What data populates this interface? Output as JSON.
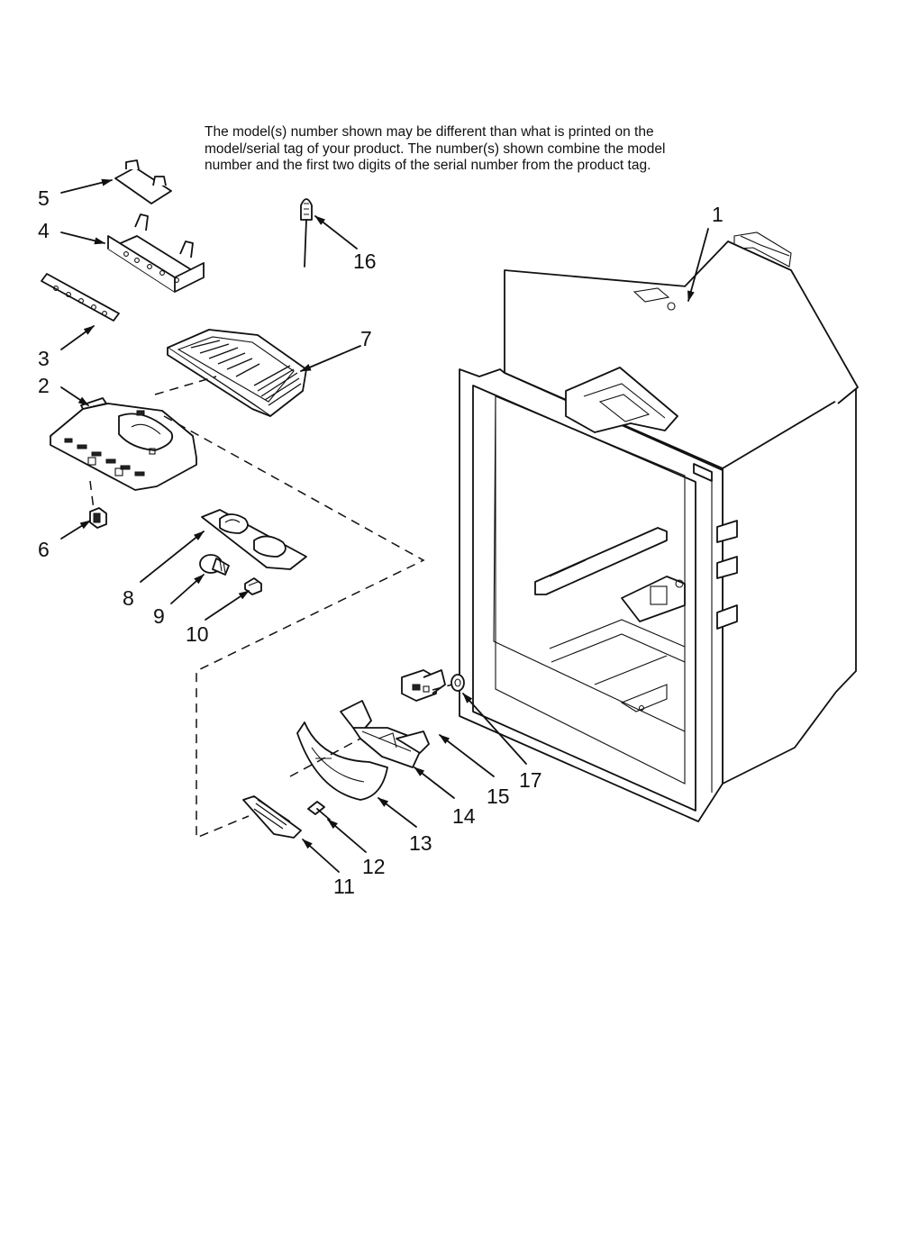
{
  "notice": {
    "line1": "The model(s) number shown may be different than what is printed on the",
    "line2": "model/serial tag of your product. The number(s) shown combine the model",
    "line3": "number and the first two digits of the serial number from the product tag."
  },
  "callouts": {
    "p1": "1",
    "p2": "2",
    "p3": "3",
    "p4": "4",
    "p5": "5",
    "p6": "6",
    "p7": "7",
    "p8": "8",
    "p9": "9",
    "p10": "10",
    "p11": "11",
    "p12": "12",
    "p13": "13",
    "p14": "14",
    "p15": "15",
    "p16": "16",
    "p17": "17"
  }
}
